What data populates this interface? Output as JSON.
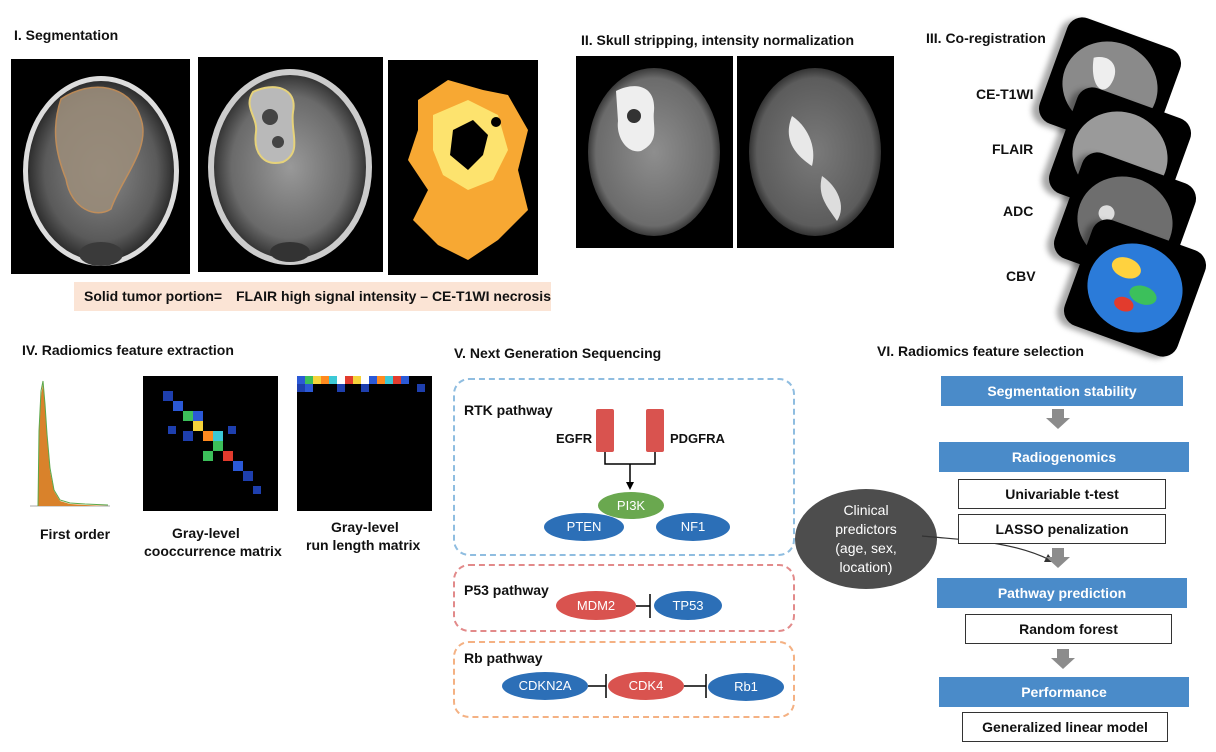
{
  "sections": {
    "segmentation": "I. Segmentation",
    "skull": "II. Skull stripping, intensity normalization",
    "coreg": "III. Co-registration",
    "radiomics": "IV. Radiomics feature extraction",
    "ngs": "V. Next Generation Sequencing",
    "selection": "VI. Radiomics feature selection"
  },
  "formula": {
    "left": "Solid tumor portion=",
    "right": "FLAIR high signal intensity – CE-T1WI necrosis"
  },
  "coreg_labels": [
    "CE-T1WI",
    "FLAIR",
    "ADC",
    "CBV"
  ],
  "radiomics_labels": {
    "first_order": "First order",
    "glcm_1": "Gray-level",
    "glcm_2": "cooccurrence matrix",
    "glrlm_1": "Gray-level",
    "glrlm_2": "run length matrix"
  },
  "pathways": {
    "rtk": {
      "title": "RTK pathway",
      "egfr": "EGFR",
      "pdgfra": "PDGFRA",
      "pi3k": "PI3K",
      "pten": "PTEN",
      "nf1": "NF1"
    },
    "p53": {
      "title": "P53 pathway",
      "mdm2": "MDM2",
      "tp53": "TP53"
    },
    "rb": {
      "title": "Rb pathway",
      "cdkn2a": "CDKN2A",
      "cdk4": "CDK4",
      "rb1": "Rb1"
    }
  },
  "clinical": {
    "line1": "Clinical",
    "line2": "predictors",
    "line3": "(age, sex,",
    "line4": "location)"
  },
  "selection_steps": {
    "seg_stability": "Segmentation stability",
    "radiogenomics": "Radiogenomics",
    "ttest": "Univariable t-test",
    "lasso": "LASSO penalization",
    "pathway_prediction": "Pathway prediction",
    "random_forest": "Random forest",
    "performance": "Performance",
    "glm": "Generalized linear model"
  },
  "colors": {
    "blue_step": "#4a8bc9",
    "blue_dashed": "#8fbde0",
    "red_dashed": "#e28a8a",
    "orange_dashed": "#f4b183",
    "protein_red": "#d9534f",
    "protein_blue": "#2c6fb7",
    "protein_green": "#6aa84f",
    "clinical_gray": "#4d4d4d",
    "formula_bg": "#fbe4d5"
  }
}
